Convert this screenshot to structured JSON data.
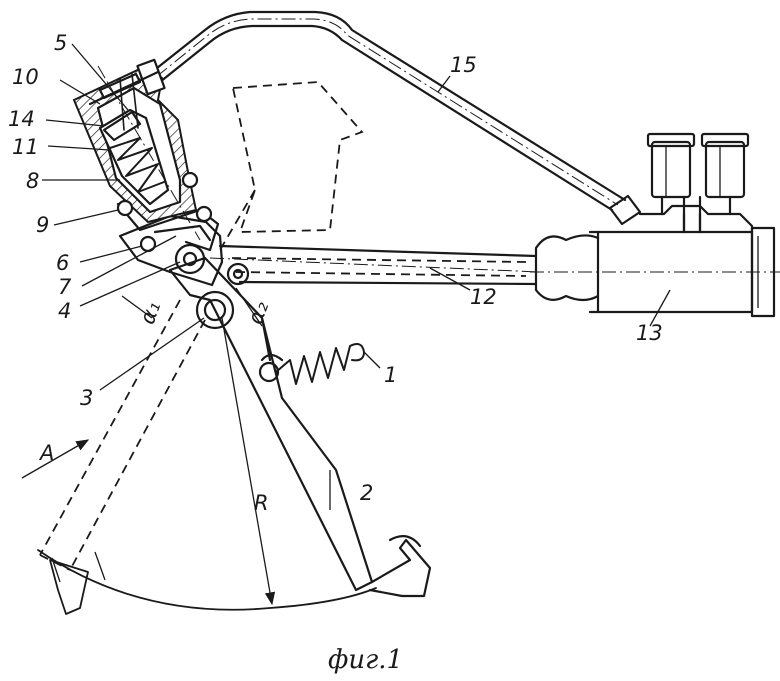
{
  "figure": {
    "caption": "фиг.1",
    "view_label": "A",
    "radius_label": "R",
    "angle_label_1": "α₁",
    "angle_label_2": "α₂"
  },
  "labels": [
    {
      "id": "1",
      "text": "1"
    },
    {
      "id": "2",
      "text": "2"
    },
    {
      "id": "3",
      "text": "3"
    },
    {
      "id": "4",
      "text": "4"
    },
    {
      "id": "5",
      "text": "5"
    },
    {
      "id": "6",
      "text": "6"
    },
    {
      "id": "7",
      "text": "7"
    },
    {
      "id": "8",
      "text": "8"
    },
    {
      "id": "9",
      "text": "9"
    },
    {
      "id": "10",
      "text": "10"
    },
    {
      "id": "11",
      "text": "11"
    },
    {
      "id": "12",
      "text": "12"
    },
    {
      "id": "13",
      "text": "13"
    },
    {
      "id": "14",
      "text": "14"
    },
    {
      "id": "15",
      "text": "15"
    }
  ],
  "colors": {
    "ink": "#1a1a1a",
    "paper": "#ffffff"
  }
}
